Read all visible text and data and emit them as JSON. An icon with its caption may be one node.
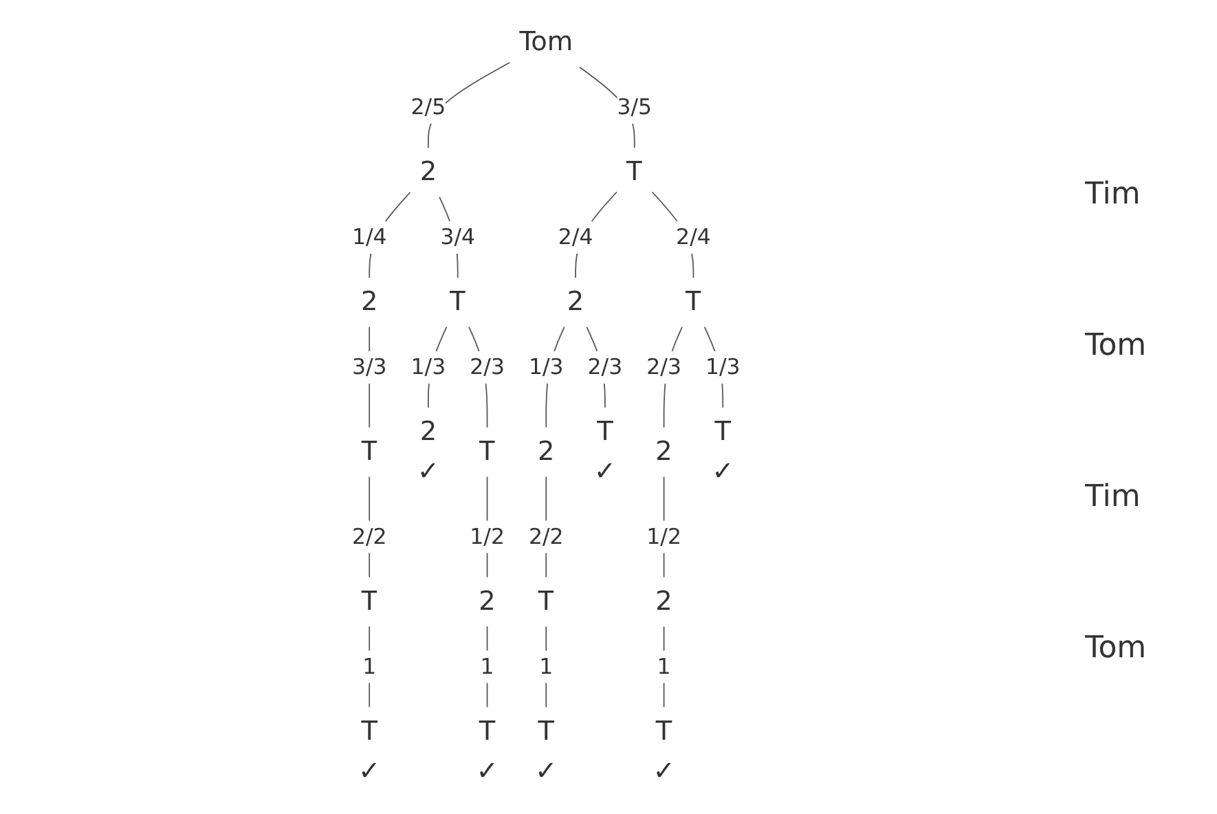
{
  "diagram": {
    "nodes": [
      {
        "text": [
          "Tom"
        ]
      },
      {
        "text": [
          "2"
        ]
      },
      {
        "text": [
          "T"
        ]
      },
      {
        "text": [
          "2"
        ]
      },
      {
        "text": [
          "T"
        ]
      },
      {
        "text": [
          "2"
        ]
      },
      {
        "text": [
          "T"
        ]
      },
      {
        "text": [
          "T"
        ]
      },
      {
        "text": [
          "2"
        ],
        "beside": [
          "✓"
        ]
      },
      {
        "text": [
          "T"
        ]
      },
      {
        "text": [
          "2"
        ]
      },
      {
        "text": [
          "T"
        ],
        "beside": [
          "✓"
        ]
      },
      {
        "text": [
          "2"
        ]
      },
      {
        "text": [
          "T"
        ],
        "beside": [
          "✓"
        ]
      },
      {
        "text": [
          "T"
        ]
      },
      {
        "text": [
          "2"
        ]
      },
      {
        "text": [
          "T"
        ]
      },
      {
        "text": [
          "2"
        ]
      },
      {
        "text": [
          "T"
        ],
        "beside": [
          "✓"
        ]
      },
      {
        "text": [
          "T"
        ],
        "beside": [
          "✓"
        ]
      },
      {
        "text": [
          "T"
        ],
        "beside": [
          "✓"
        ]
      },
      {
        "text": [
          "T"
        ],
        "beside": [
          "✓"
        ]
      }
    ],
    "edges": [
      {
        "from": 0,
        "to": 1,
        "arrow": "none",
        "label": "2/5"
      },
      {
        "from": 0,
        "to": 2,
        "arrow": "none",
        "label": "3/5"
      },
      {
        "from": 1,
        "to": 3,
        "arrow": "none",
        "label": "1/4"
      },
      {
        "from": 1,
        "to": 4,
        "arrow": "none",
        "label": "3/4"
      },
      {
        "from": 2,
        "to": 5,
        "arrow": "none",
        "label": "2/4"
      },
      {
        "from": 2,
        "to": 6,
        "arrow": "none",
        "label": "2/4"
      },
      {
        "from": 3,
        "to": 7,
        "arrow": "none",
        "label": "3/3"
      },
      {
        "from": 4,
        "to": 8,
        "arrow": "none",
        "label": "1/3"
      },
      {
        "from": 4,
        "to": 9,
        "arrow": "none",
        "label": "2/3"
      },
      {
        "from": 5,
        "to": 10,
        "arrow": "none",
        "label": "1/3"
      },
      {
        "from": 5,
        "to": 11,
        "arrow": "none",
        "label": "2/3"
      },
      {
        "from": 6,
        "to": 12,
        "arrow": "none",
        "label": "2/3"
      },
      {
        "from": 6,
        "to": 13,
        "arrow": "none",
        "label": "1/3"
      },
      {
        "from": 7,
        "to": 14,
        "arrow": "none",
        "label": "2/2"
      },
      {
        "from": 9,
        "to": 15,
        "arrow": "none",
        "label": "1/2"
      },
      {
        "from": 10,
        "to": 16,
        "arrow": "none",
        "label": "2/2"
      },
      {
        "from": 12,
        "to": 17,
        "arrow": "none",
        "label": "1/2"
      },
      {
        "from": 14,
        "to": 18,
        "arrow": "none",
        "label": "1"
      },
      {
        "from": 15,
        "to": 19,
        "arrow": "none",
        "label": "1"
      },
      {
        "from": 16,
        "to": 20,
        "arrow": "none",
        "label": "1"
      },
      {
        "from": 17,
        "to": 21,
        "arrow": "none",
        "label": "1"
      }
    ],
    "labels": [
      "Tim",
      "Tom",
      "Tim",
      "Tom"
    ]
  }
}
